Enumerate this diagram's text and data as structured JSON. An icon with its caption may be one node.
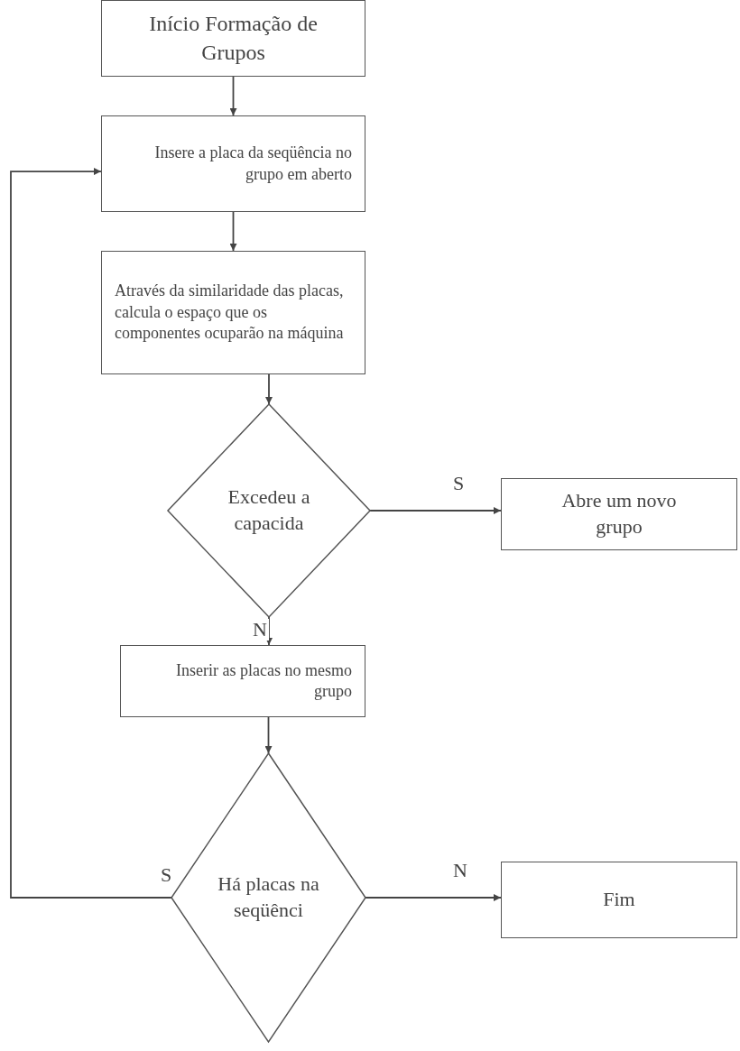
{
  "diagram": {
    "nodes": [
      {
        "text": [
          "Início Formação de Grupos"
        ]
      },
      {
        "text": [
          "Insere a placa da seqüência no grupo em aberto"
        ]
      },
      {
        "text": [
          "Através da similaridade das placas, calcula o espaço que os componentes ocuparão na máquina"
        ]
      },
      {
        "text": [
          "Excedeu a capacida"
        ]
      },
      {
        "text": [
          "Abre um novo grupo"
        ]
      },
      {
        "text": [
          "Inserir as placas no mesmo grupo"
        ]
      },
      {
        "text": [
          "Há placas na seqüênci"
        ]
      },
      {
        "text": [
          "Fim"
        ]
      }
    ],
    "edges": [
      {
        "from": 0,
        "to": 1,
        "arrow": "to"
      },
      {
        "from": 1,
        "to": 2,
        "arrow": "to"
      },
      {
        "from": 2,
        "to": 3,
        "arrow": "to"
      },
      {
        "from": 3,
        "to": 4,
        "arrow": "to",
        "label": "S"
      },
      {
        "from": 3,
        "to": 5,
        "arrow": "to",
        "label": "N"
      },
      {
        "from": 5,
        "to": 6,
        "arrow": "to"
      },
      {
        "from": 6,
        "to": 1,
        "arrow": "to",
        "label": "S"
      },
      {
        "from": 6,
        "to": 7,
        "arrow": "to",
        "label": "N"
      }
    ]
  }
}
